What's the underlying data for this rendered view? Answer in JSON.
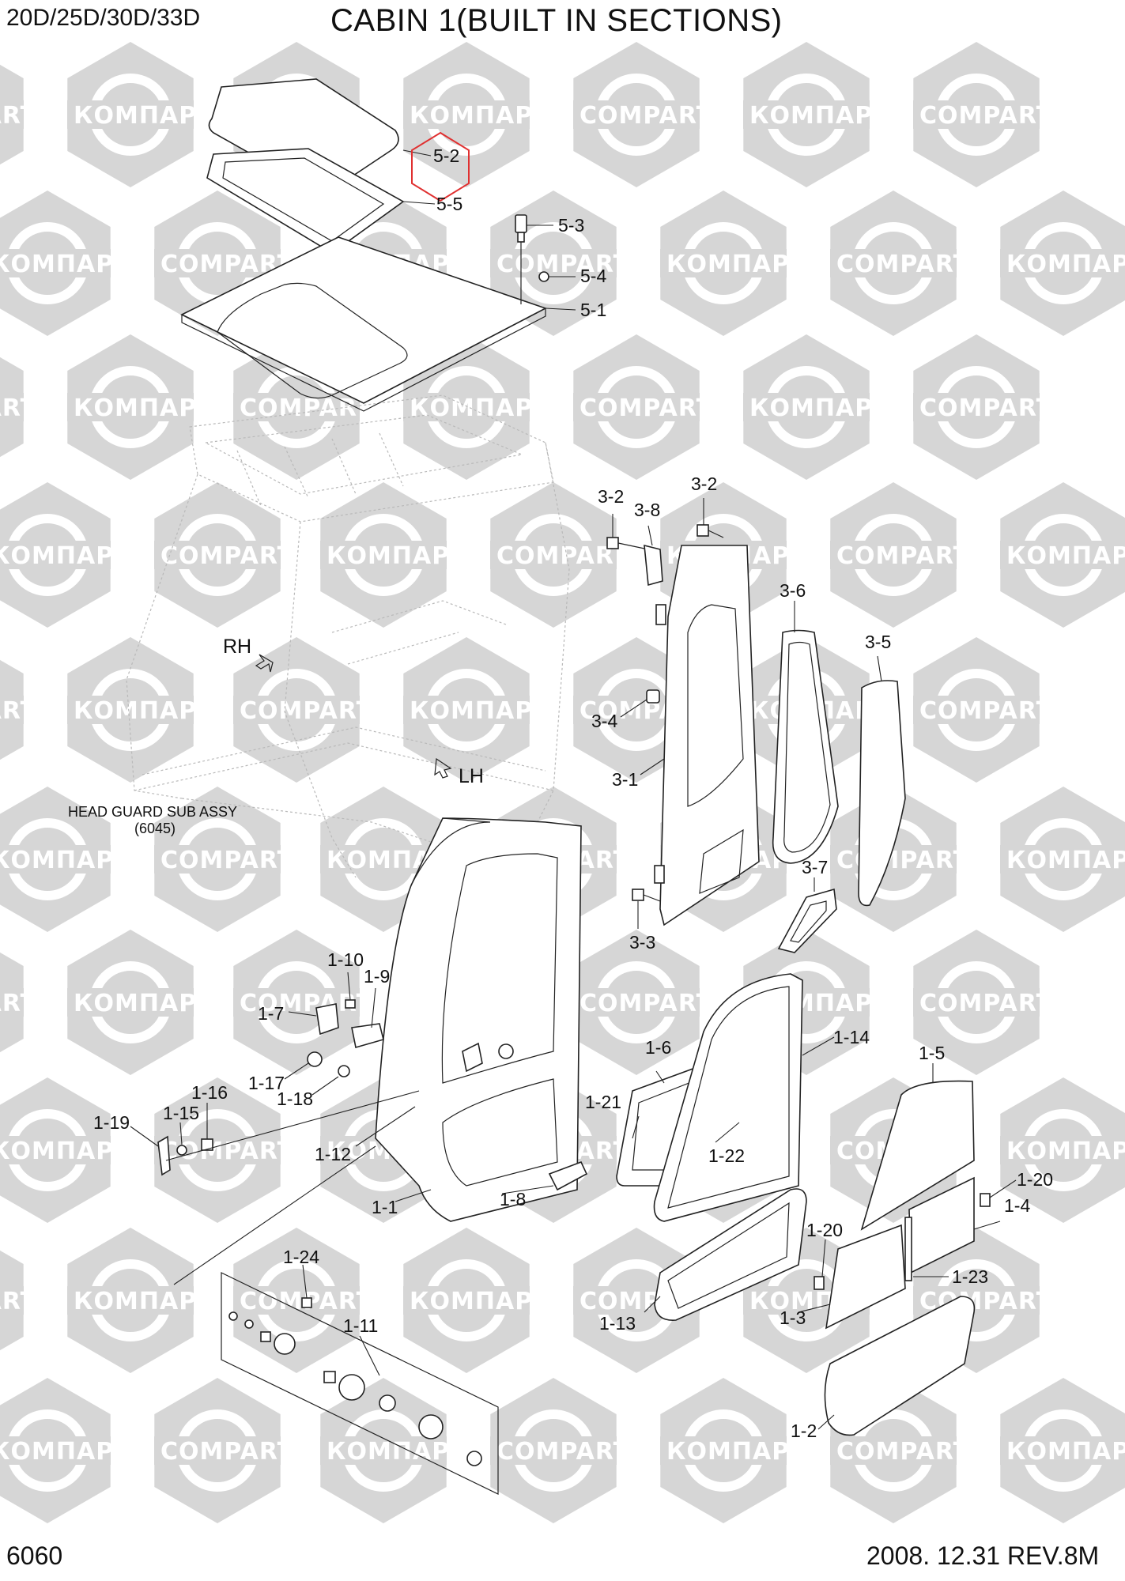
{
  "header": {
    "model": "20D/25D/30D/33D",
    "title": "CABIN 1(BUILT IN SECTIONS)"
  },
  "footer": {
    "page_number": "6060",
    "revision": "2008. 12.31  REV.8M"
  },
  "watermark": {
    "text_cyrillic": "КОМПАРТ",
    "text_latin": "COMPART",
    "color": "#d6d6d6"
  },
  "highlight": {
    "callout": "5-2",
    "color": "#e03030",
    "shape": "hexagon"
  },
  "notes": {
    "head_guard": "HEAD GUARD SUB ASSY",
    "head_guard_ref": "(6045)",
    "rh": "RH",
    "lh": "LH"
  },
  "callouts": [
    "5-2",
    "5-5",
    "5-3",
    "5-4",
    "5-1",
    "3-2",
    "3-8",
    "3-2",
    "3-6",
    "3-5",
    "3-4",
    "3-1",
    "3-7",
    "3-3",
    "1-10",
    "1-9",
    "1-7",
    "1-6",
    "1-14",
    "1-5",
    "1-17",
    "1-18",
    "1-16",
    "1-15",
    "1-19",
    "1-21",
    "1-12",
    "1-22",
    "1-20",
    "1-1",
    "1-8",
    "1-4",
    "1-20",
    "1-24",
    "1-23",
    "1-13",
    "1-3",
    "1-11",
    "1-2"
  ]
}
